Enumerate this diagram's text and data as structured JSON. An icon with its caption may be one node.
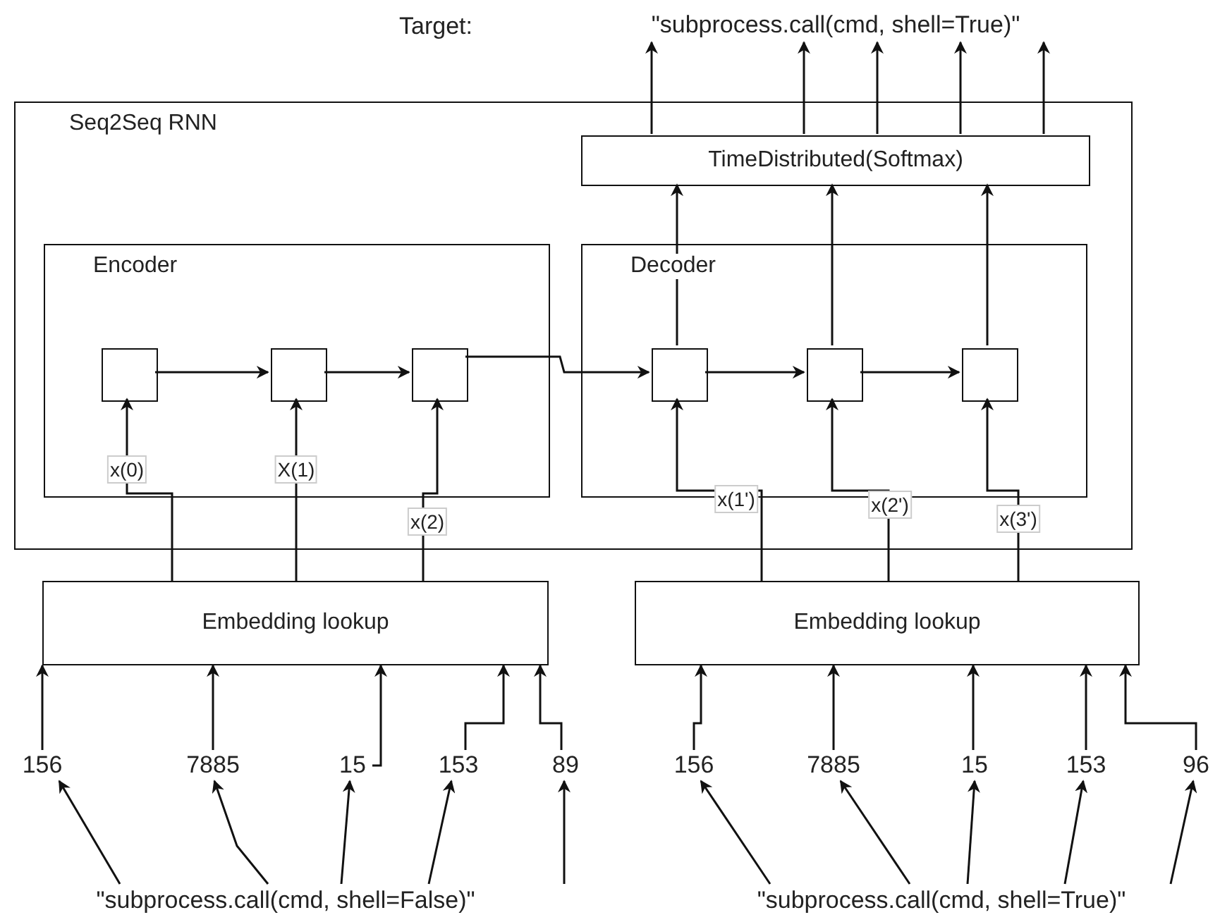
{
  "diagram": {
    "nodes": [
      {
        "text": [
          "Seq2Seq RNN"
        ]
      },
      {
        "text": [
          "TimeDistributed(Softmax)"
        ],
        "in": 0
      },
      {
        "text": [
          "Encoder"
        ],
        "in": 0
      },
      {
        "text": [
          "Decoder"
        ],
        "in": 0
      },
      {
        "text": [],
        "shape": "box",
        "in": 2
      },
      {
        "text": [],
        "shape": "box",
        "in": 2
      },
      {
        "text": [],
        "shape": "box",
        "in": 2
      },
      {
        "text": [],
        "shape": "box",
        "in": 3
      },
      {
        "text": [],
        "shape": "box",
        "in": 3
      },
      {
        "text": [],
        "shape": "box",
        "in": 3
      },
      {
        "text": [
          "Embedding lookup"
        ]
      },
      {
        "text": [
          "Embedding lookup"
        ]
      },
      {
        "text": [
          "156"
        ]
      },
      {
        "text": [
          "7885"
        ]
      },
      {
        "text": [
          "15"
        ]
      },
      {
        "text": [
          "153"
        ]
      },
      {
        "text": [
          "89"
        ]
      },
      {
        "text": [
          "156"
        ]
      },
      {
        "text": [
          "7885"
        ]
      },
      {
        "text": [
          "15"
        ]
      },
      {
        "text": [
          "153"
        ]
      },
      {
        "text": [
          "96"
        ]
      },
      {
        "text": [
          "\"subprocess.call(cmd, shell=False)\""
        ]
      },
      {
        "text": [
          "\"subprocess.call(cmd, shell=True)\""
        ]
      },
      {
        "text": [
          "\"subprocess.call(cmd, shell=True)\""
        ]
      }
    ],
    "edges": [
      {
        "from": 4,
        "to": 5,
        "arrow": "to"
      },
      {
        "from": 5,
        "to": 6,
        "arrow": "to"
      },
      {
        "from": 6,
        "to": 7,
        "arrow": "to"
      },
      {
        "from": 7,
        "to": 8,
        "arrow": "to"
      },
      {
        "from": 8,
        "to": 9,
        "arrow": "to"
      },
      {
        "from": 7,
        "to": 1,
        "arrow": "to"
      },
      {
        "from": 8,
        "to": 1,
        "arrow": "to"
      },
      {
        "from": 9,
        "to": 1,
        "arrow": "to"
      },
      {
        "from": 1,
        "to": 24,
        "arrow": "to"
      },
      {
        "from": 1,
        "to": 24,
        "arrow": "to"
      },
      {
        "from": 1,
        "to": 24,
        "arrow": "to"
      },
      {
        "from": 1,
        "to": 24,
        "arrow": "to"
      },
      {
        "from": 1,
        "to": 24,
        "arrow": "to"
      },
      {
        "from": 10,
        "to": 4,
        "arrow": "to",
        "label": "x(0)"
      },
      {
        "from": 10,
        "to": 5,
        "arrow": "to",
        "label": "X(1)"
      },
      {
        "from": 10,
        "to": 6,
        "arrow": "to",
        "label": "x(2)"
      },
      {
        "from": 11,
        "to": 7,
        "arrow": "to",
        "label": "x(1')"
      },
      {
        "from": 11,
        "to": 8,
        "arrow": "to",
        "label": "x(2')"
      },
      {
        "from": 11,
        "to": 9,
        "arrow": "to",
        "label": "x(3')"
      },
      {
        "from": 12,
        "to": 10,
        "arrow": "to"
      },
      {
        "from": 13,
        "to": 10,
        "arrow": "to"
      },
      {
        "from": 14,
        "to": 10,
        "arrow": "to"
      },
      {
        "from": 15,
        "to": 10,
        "arrow": "to"
      },
      {
        "from": 16,
        "to": 10,
        "arrow": "to"
      },
      {
        "from": 17,
        "to": 11,
        "arrow": "to"
      },
      {
        "from": 18,
        "to": 11,
        "arrow": "to"
      },
      {
        "from": 19,
        "to": 11,
        "arrow": "to"
      },
      {
        "from": 20,
        "to": 11,
        "arrow": "to"
      },
      {
        "from": 21,
        "to": 11,
        "arrow": "to"
      },
      {
        "from": 22,
        "to": 12,
        "arrow": "to"
      },
      {
        "from": 22,
        "to": 13,
        "arrow": "to"
      },
      {
        "from": 22,
        "to": 14,
        "arrow": "to"
      },
      {
        "from": 22,
        "to": 15,
        "arrow": "to"
      },
      {
        "from": 22,
        "to": 16,
        "arrow": "to"
      },
      {
        "from": 23,
        "to": 17,
        "arrow": "to"
      },
      {
        "from": 23,
        "to": 18,
        "arrow": "to"
      },
      {
        "from": 23,
        "to": 19,
        "arrow": "to"
      },
      {
        "from": 23,
        "to": 20,
        "arrow": "to"
      },
      {
        "from": 23,
        "to": 21,
        "arrow": "to"
      }
    ],
    "labels": [
      "Target:"
    ]
  }
}
